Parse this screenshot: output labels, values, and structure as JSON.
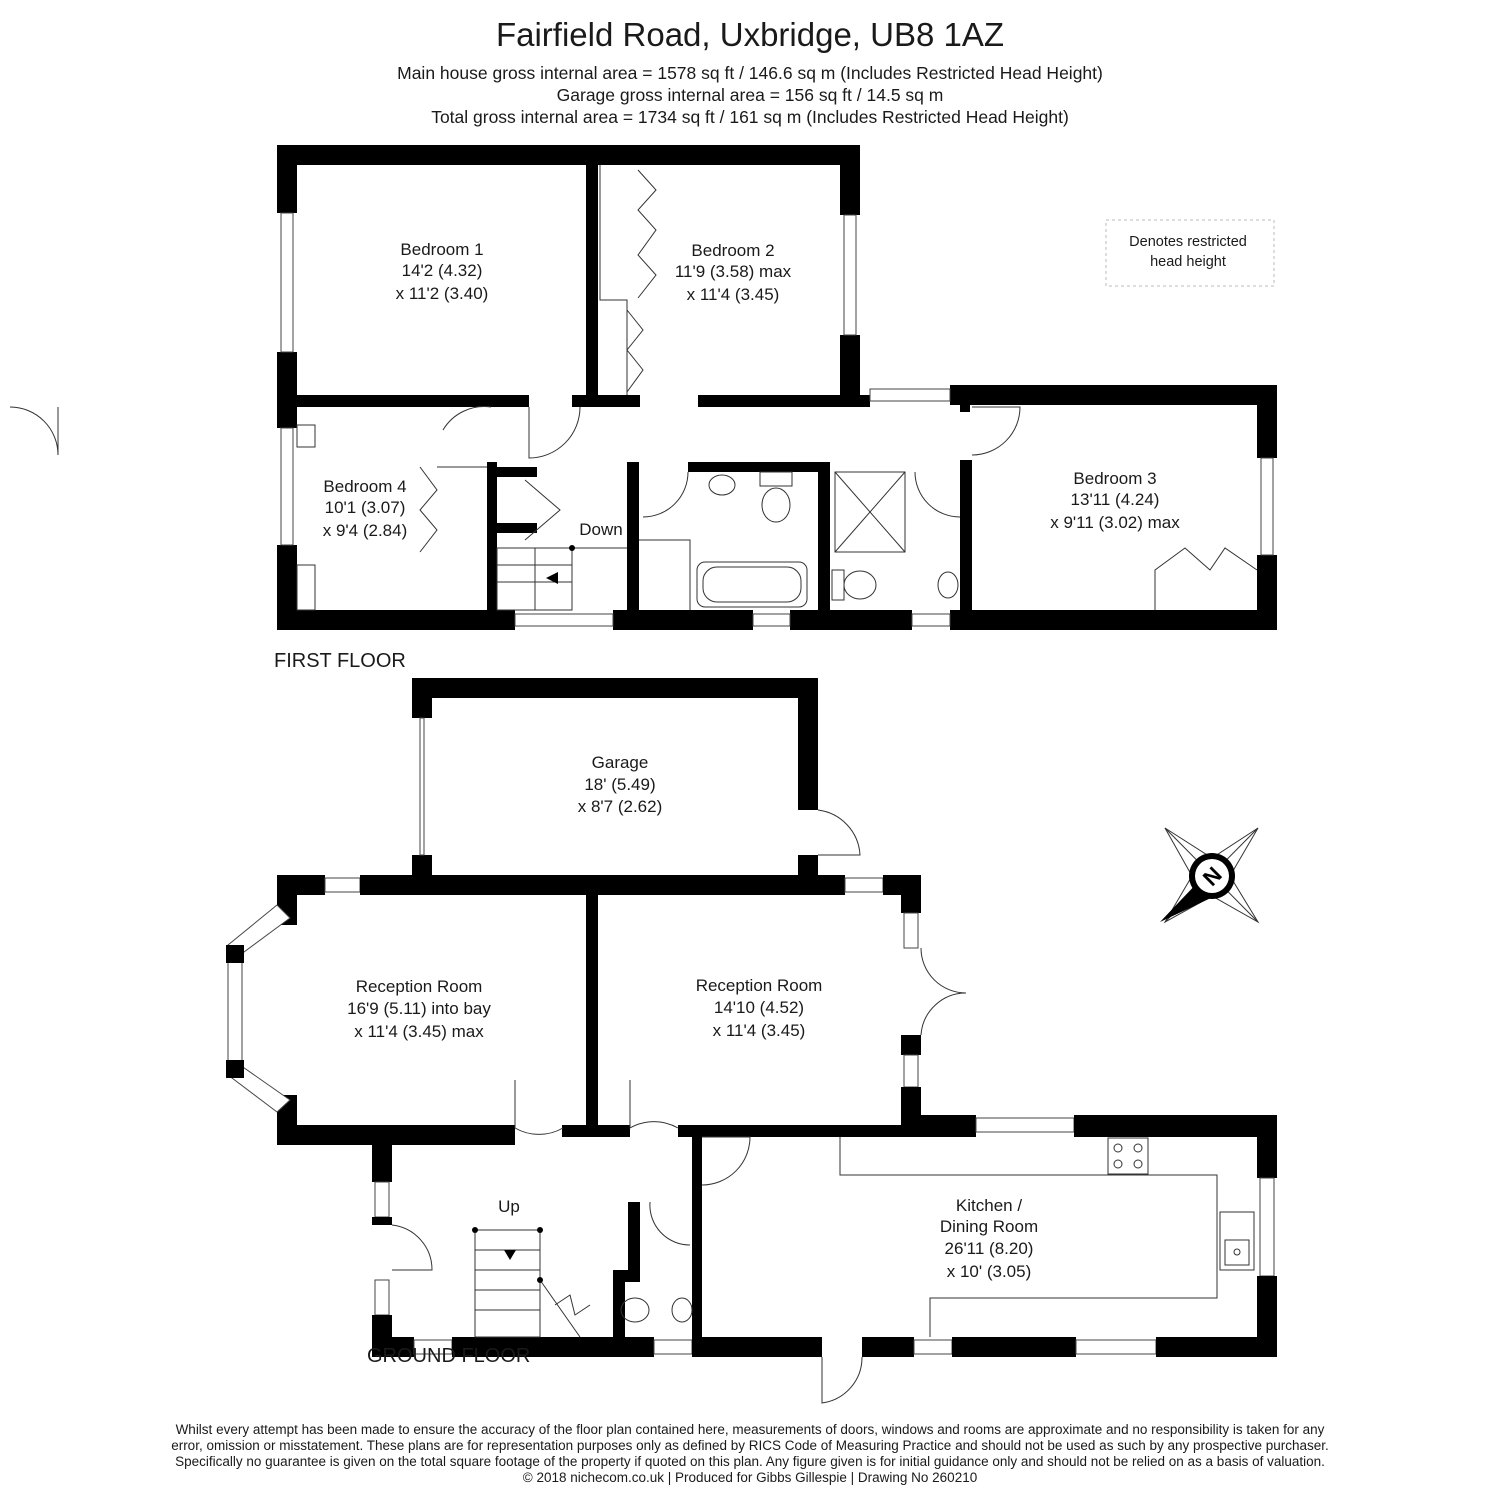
{
  "title": "Fairfield Road, Uxbridge, UB8 1AZ",
  "areas": {
    "main": "Main house gross internal area =  1578 sq ft / 146.6 sq m (Includes Restricted Head Height)",
    "garage": "Garage gross internal area = 156 sq ft / 14.5 sq m",
    "total": "Total gross internal area =  1734 sq ft / 161 sq m (Includes Restricted Head Height)"
  },
  "key": {
    "line1": "Denotes restricted",
    "line2": "head height"
  },
  "floors": {
    "first": "FIRST FLOOR",
    "ground": "GROUND FLOOR"
  },
  "stairs": {
    "down": "Down",
    "up": "Up"
  },
  "rooms": {
    "bedroom1": {
      "name": "Bedroom 1",
      "dim1": "14'2 (4.32)",
      "dim2": "x 11'2 (3.40)"
    },
    "bedroom2": {
      "name": "Bedroom 2",
      "dim1": "11'9 (3.58) max",
      "dim2": "x 11'4 (3.45)"
    },
    "bedroom3": {
      "name": "Bedroom 3",
      "dim1": "13'11 (4.24)",
      "dim2": "x 9'11 (3.02) max"
    },
    "bedroom4": {
      "name": "Bedroom 4",
      "dim1": "10'1 (3.07)",
      "dim2": "x 9'4 (2.84)"
    },
    "garage": {
      "name": "Garage",
      "dim1": "18' (5.49)",
      "dim2": "x 8'7 (2.62)"
    },
    "reception1": {
      "name": "Reception Room",
      "dim1": "16'9 (5.11) into bay",
      "dim2": "x 11'4 (3.45) max"
    },
    "reception2": {
      "name": "Reception Room",
      "dim1": "14'10 (4.52)",
      "dim2": "x 11'4 (3.45)"
    },
    "kitchen": {
      "name": "Kitchen /",
      "name2": "Dining Room",
      "dim1": "26'11 (8.20)",
      "dim2": "x 10' (3.05)"
    }
  },
  "compass": {
    "letter": "N"
  },
  "disclaimer": {
    "line1": "Whilst every attempt has been made to ensure the accuracy of the floor plan contained here, measurements of doors, windows and rooms are approximate and no responsibility is taken for any",
    "line2": "error, omission or misstatement. These plans are for representation purposes only as defined by RICS Code of Measuring Practice and should not be used as such by any prospective purchaser.",
    "line3": "Specifically no guarantee is given on the total square footage of the property if quoted on this plan. Any figure given is for initial guidance only and should not be relied on as a basis of valuation.",
    "line4": "© 2018 nichecom.co.uk  |  Produced for Gibbs Gillespie  |  Drawing No 260210"
  }
}
